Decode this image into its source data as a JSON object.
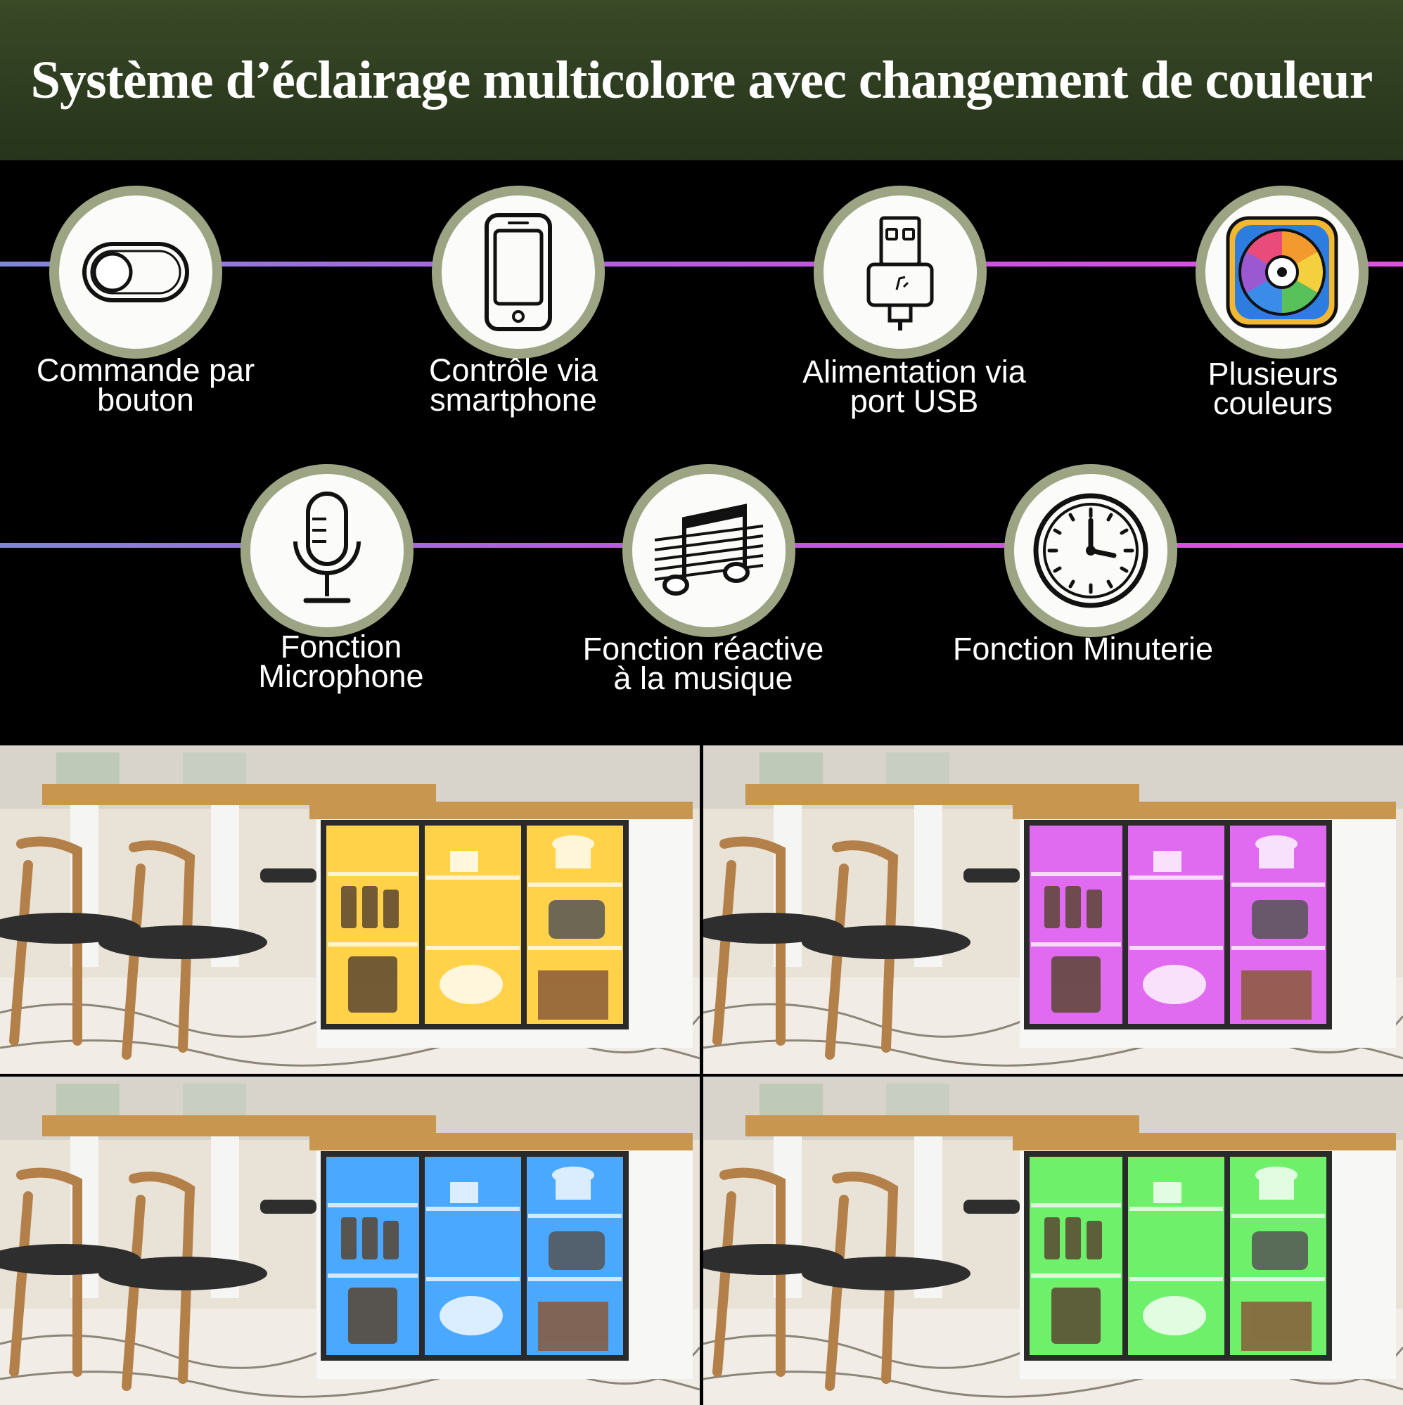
{
  "title": "Système d’éclairage multicolore avec changement de couleur",
  "features": [
    {
      "label": "Commande par\nbouton",
      "icon": "toggle-switch-icon"
    },
    {
      "label": "Contrôle via\nsmartphone",
      "icon": "smartphone-icon"
    },
    {
      "label": "Alimentation via\nport USB",
      "icon": "usb-plug-icon"
    },
    {
      "label": "Plusieurs\ncouleurs",
      "icon": "color-wheel-icon"
    },
    {
      "label": "Fonction\nMicrophone",
      "icon": "microphone-icon"
    },
    {
      "label": "Fonction réactive\nà la musique",
      "icon": "music-notes-icon"
    },
    {
      "label": "Fonction Minuterie",
      "icon": "clock-icon"
    }
  ],
  "photos": [
    {
      "light_color": "#ffd24a",
      "name": "yellow"
    },
    {
      "light_color": "#e06af0",
      "name": "purple"
    },
    {
      "light_color": "#4aa8ff",
      "name": "blue"
    },
    {
      "light_color": "#6ef06a",
      "name": "green"
    }
  ]
}
